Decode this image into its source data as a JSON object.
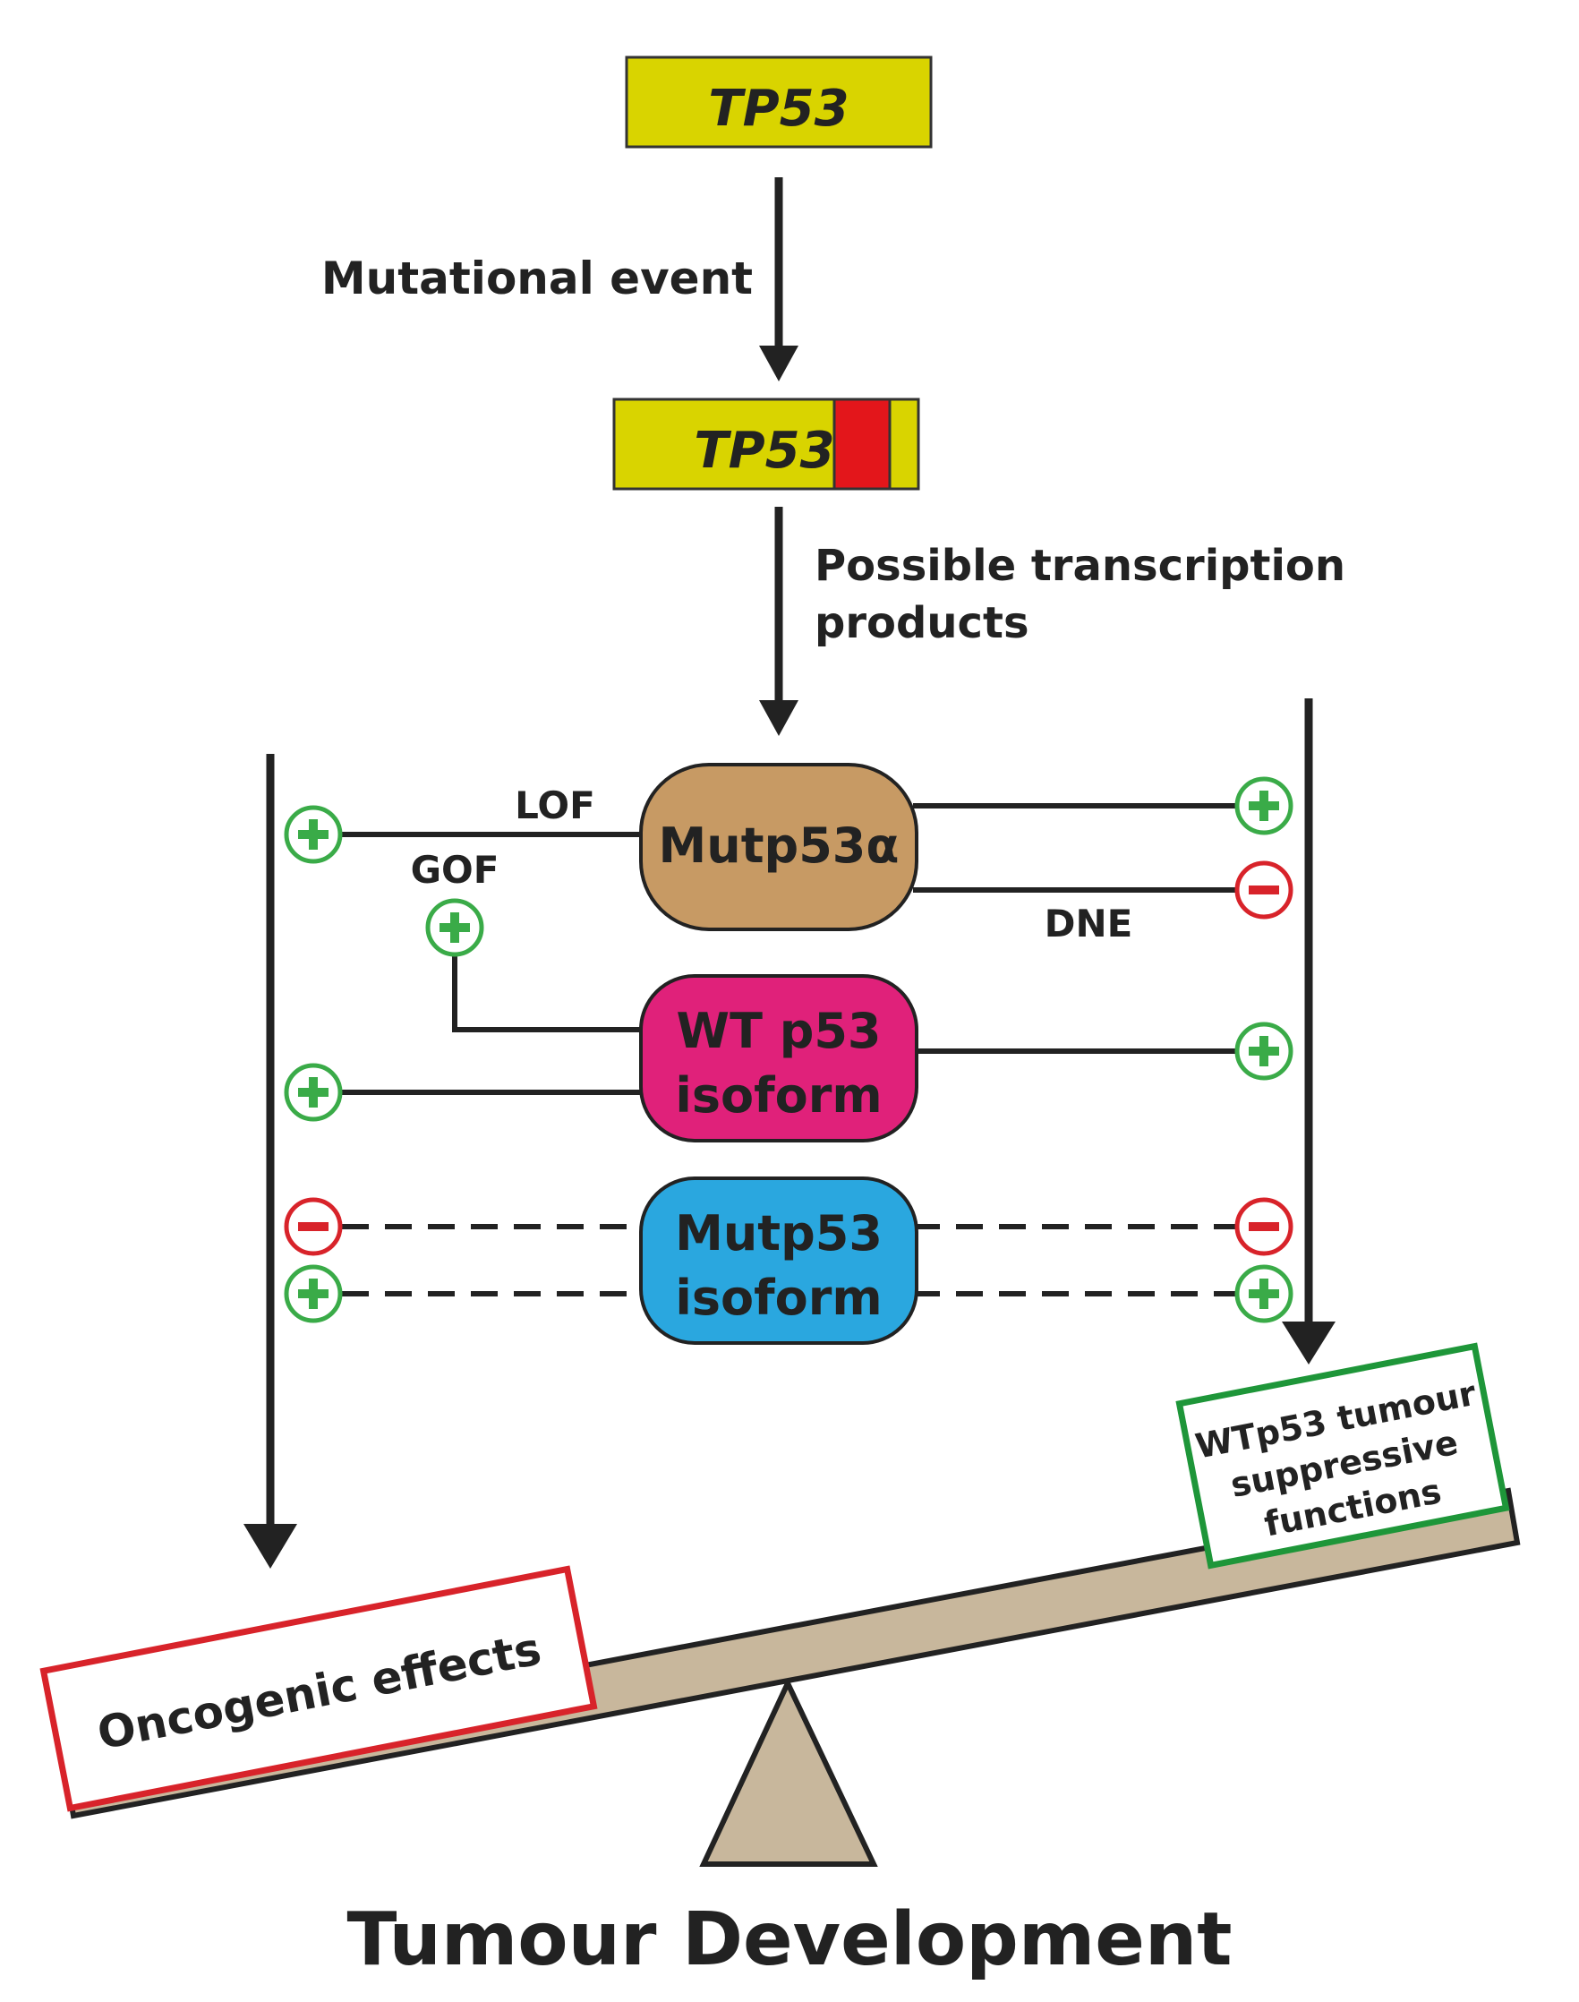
{
  "genes": {
    "top_label": "TP53",
    "mutated_label": "TP53"
  },
  "labels": {
    "mutational_event": "Mutational event",
    "possible_transcription_line1": "Possible transcription",
    "possible_transcription_line2": "products",
    "lof": "LOF",
    "gof": "GOF",
    "dne": "DNE"
  },
  "proteins": {
    "mutp53a": {
      "label": "Mutp53α"
    },
    "wt_isoform": {
      "line1": "WT p53",
      "line2": "isoform"
    },
    "mut_isoform": {
      "line1": "Mutp53",
      "line2": "isoform"
    }
  },
  "outcomes": {
    "oncogenic": "Oncogenic effects",
    "suppressive_line1": "WTp53 tumour",
    "suppressive_line2": "suppressive",
    "suppressive_line3": "functions"
  },
  "footer": {
    "title": "Tumour Development"
  },
  "colors": {
    "gene_fill": "#d9d400",
    "mutation_red": "#e3161b",
    "mutp53a_fill": "#c79a64",
    "wt_isoform_fill": "#e0217a",
    "mut_isoform_fill": "#2aa7df",
    "beam_fill": "#c8b79c",
    "plus_green": "#3aab48",
    "minus_red": "#d8232a",
    "oncogenic_border": "#d8232a",
    "suppressive_border": "#1e9639"
  },
  "icons": {
    "plus": "plus-circle-icon",
    "minus": "minus-circle-icon"
  }
}
